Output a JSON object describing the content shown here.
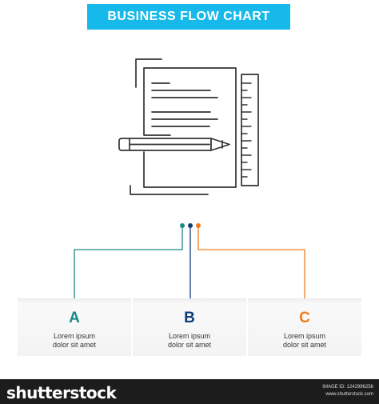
{
  "header": {
    "title": "BUSINESS FLOW CHART"
  },
  "colors": {
    "banner": "#16b9ea",
    "a": "#1a8a84",
    "b": "#0f3c79",
    "c": "#f07c1c",
    "icon_stroke": "#333333"
  },
  "icon": "document-pencil-ruler-icon",
  "steps": [
    {
      "letter": "A",
      "line1": "Lorem ipsum",
      "line2": "dolor sit amet"
    },
    {
      "letter": "B",
      "line1": "Lorem ipsum",
      "line2": "dolor sit amet"
    },
    {
      "letter": "C",
      "line1": "Lorem ipsum",
      "line2": "dolor sit amet"
    }
  ],
  "footer": {
    "brand": "shutterstock",
    "image_id_label": "IMAGE ID: 1242996256",
    "site": "www.shutterstock.com"
  }
}
